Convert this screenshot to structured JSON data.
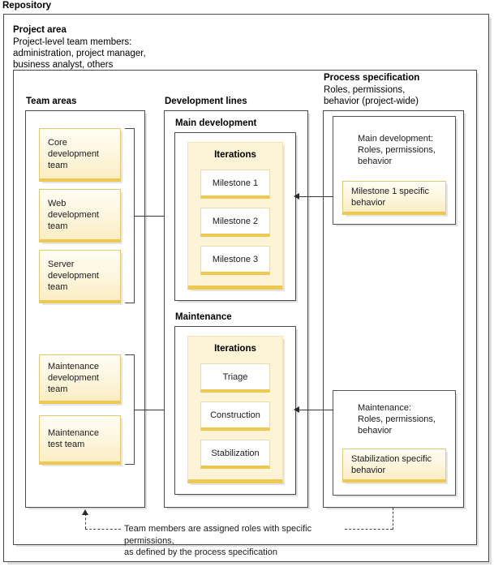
{
  "diagram": {
    "title": "Repository",
    "project_area": {
      "heading": "Project area",
      "description": "Project-level team members:\nadministration, project manager,\nbusiness analyst, others"
    },
    "team_areas": {
      "heading": "Team areas",
      "boxes": [
        {
          "label": "Core\ndevelopment\nteam"
        },
        {
          "label": "Web\ndevelopment\nteam"
        },
        {
          "label": "Server\ndevelopment\nteam"
        },
        {
          "label": "Maintenance\ndevelopment\nteam"
        },
        {
          "label": "Maintenance\ntest team"
        }
      ]
    },
    "development_lines": {
      "heading": "Development lines",
      "lines": [
        {
          "heading": "Main development",
          "iterations_title": "Iterations",
          "items": [
            "Milestone 1",
            "Milestone 2",
            "Milestone 3"
          ]
        },
        {
          "heading": "Maintenance",
          "iterations_title": "Iterations",
          "items": [
            "Triage",
            "Construction",
            "Stabilization"
          ]
        }
      ]
    },
    "process_specification": {
      "heading": "Process specification",
      "description": "Roles, permissions,\nbehavior (project-wide)",
      "specs": [
        {
          "text": "Main development:\nRoles, permissions,\nbehavior",
          "behavior": "Milestone 1 specific\nbehavior"
        },
        {
          "text": "Maintenance:\nRoles, permissions,\nbehavior",
          "behavior": "Stabilization specific\nbehavior"
        }
      ]
    },
    "note": "Team members are assigned roles with specific permissions,\nas defined by the process specification"
  },
  "colors": {
    "node_fill": "#fdf5dd",
    "node_border": "#e2c871",
    "node_accent": "#edc951",
    "group_fill": "#fdf3d6",
    "frame_border": "#4a4a4a",
    "text": "#1b1b1b"
  }
}
